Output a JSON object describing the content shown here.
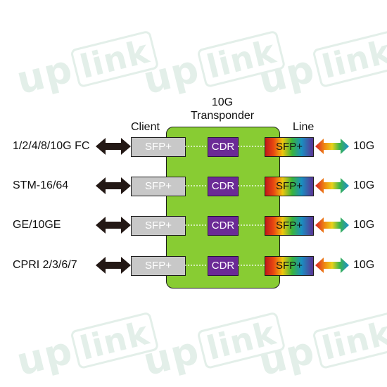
{
  "header": {
    "title_line1": "10G",
    "title_line2": "Transponder"
  },
  "side_labels": {
    "client": "Client",
    "line": "Line"
  },
  "rows": [
    {
      "service": "1/2/4/8/10G FC",
      "client_module": "SFP+",
      "cdr": "CDR",
      "line_module": "SFP+",
      "line_rate": "10G"
    },
    {
      "service": "STM-16/64",
      "client_module": "SFP+",
      "cdr": "CDR",
      "line_module": "SFP+",
      "line_rate": "10G"
    },
    {
      "service": "GE/10GE",
      "client_module": "SFP+",
      "cdr": "CDR",
      "line_module": "SFP+",
      "line_rate": "10G"
    },
    {
      "service": "CPRI 2/3/6/7",
      "client_module": "SFP+",
      "cdr": "CDR",
      "line_module": "SFP+",
      "line_rate": "10G"
    }
  ],
  "watermark": {
    "prefix": "up",
    "boxed": "link"
  },
  "colors": {
    "panel": "#88cc33",
    "cdr": "#6b2a96",
    "client_module": "#c8c8c8",
    "arrow": "#231815"
  }
}
